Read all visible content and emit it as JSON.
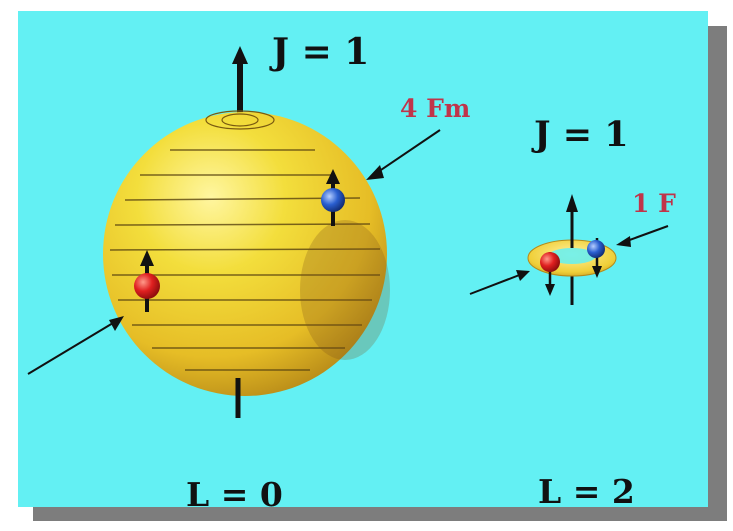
{
  "colors": {
    "background": "#63f0f3",
    "frame_shadow": "#7d7d7d",
    "sphere": "#f0d432",
    "label_red": "#c0344a",
    "label_black": "#111111",
    "particle_red": "#e02020",
    "particle_blue": "#2a5fd0"
  },
  "left_state": {
    "total_spin_label": "J = 1",
    "size_label": "4 Fm",
    "orbital_label": "L = 0"
  },
  "right_state": {
    "total_spin_label": "J = 1",
    "size_label": "1 F",
    "orbital_label": "L = 2"
  }
}
